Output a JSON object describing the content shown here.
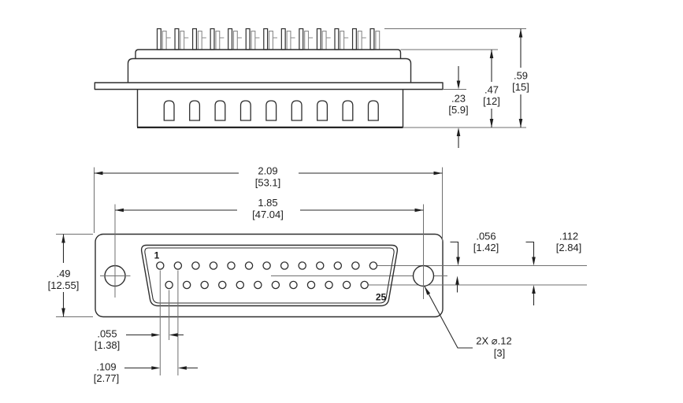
{
  "drawing": {
    "kind": "technical-dimension-drawing",
    "component": "DB-25 D-sub connector, solder-cup / wire-post style",
    "units_note": "inches with [millimeters]"
  },
  "colors": {
    "line": "#2e2e2e",
    "thin_line": "#6f6f6f",
    "background": "#ffffff",
    "text": "#1f1f1f"
  },
  "side_view": {
    "post_count": 13,
    "slot_count": 9,
    "dims": {
      "shell_height": {
        "in": ".23",
        "mm": "[5.9]"
      },
      "body_height": {
        "in": ".47",
        "mm": "[12]"
      },
      "overall_height": {
        "in": ".59",
        "mm": "[15]"
      }
    }
  },
  "front_view": {
    "top_row_pins": 13,
    "bottom_row_pins": 12,
    "pin_first_label": "1",
    "pin_last_label": "25",
    "dims": {
      "overall_width": {
        "in": "2.09",
        "mm": "[53.1]"
      },
      "mount_hole_spacing": {
        "in": "1.85",
        "mm": "[47.04]"
      },
      "flange_height": {
        "in": ".49",
        "mm": "[12.55]"
      },
      "row_stagger": {
        "in": ".055",
        "mm": "[1.38]"
      },
      "pin_pitch": {
        "in": ".109",
        "mm": "[2.77]"
      },
      "row_half_spacing": {
        "in": ".056",
        "mm": "[1.42]"
      },
      "row_spacing": {
        "in": ".112",
        "mm": "[2.84]"
      },
      "mount_hole_dia": {
        "in": "2X ⌀.12",
        "mm": "[3]"
      }
    }
  }
}
